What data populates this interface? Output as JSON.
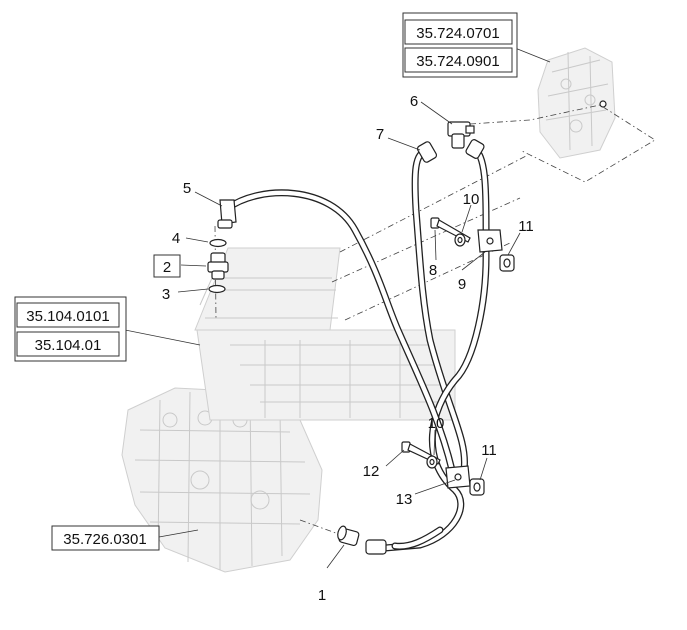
{
  "reference_boxes": [
    {
      "id": "ref-35-724-0701",
      "text": "35.724.0701"
    },
    {
      "id": "ref-35-724-0901",
      "text": "35.724.0901"
    },
    {
      "id": "ref-35-104-0101",
      "text": "35.104.0101"
    },
    {
      "id": "ref-35-104-01",
      "text": "35.104.01"
    },
    {
      "id": "ref-35-726-0301",
      "text": "35.726.0301"
    }
  ],
  "callouts": [
    {
      "id": "callout-1",
      "text": "1"
    },
    {
      "id": "callout-2",
      "text": "2"
    },
    {
      "id": "callout-3",
      "text": "3"
    },
    {
      "id": "callout-4",
      "text": "4"
    },
    {
      "id": "callout-5",
      "text": "5"
    },
    {
      "id": "callout-6",
      "text": "6"
    },
    {
      "id": "callout-7",
      "text": "7"
    },
    {
      "id": "callout-8",
      "text": "8"
    },
    {
      "id": "callout-9",
      "text": "9"
    },
    {
      "id": "callout-10-upper",
      "text": "10"
    },
    {
      "id": "callout-10-lower",
      "text": "10"
    },
    {
      "id": "callout-11-upper",
      "text": "11"
    },
    {
      "id": "callout-11-lower",
      "text": "11"
    },
    {
      "id": "callout-12",
      "text": "12"
    },
    {
      "id": "callout-13",
      "text": "13"
    }
  ]
}
